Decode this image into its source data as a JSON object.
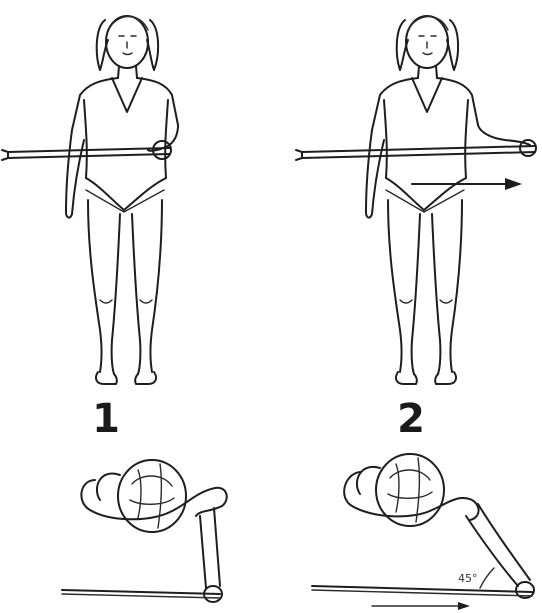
{
  "panels": [
    {
      "step_label": "1"
    },
    {
      "step_label": "2"
    }
  ],
  "angle_label": "45°",
  "colors": {
    "ink": "#1e1e1e",
    "background": "#ffffff"
  }
}
